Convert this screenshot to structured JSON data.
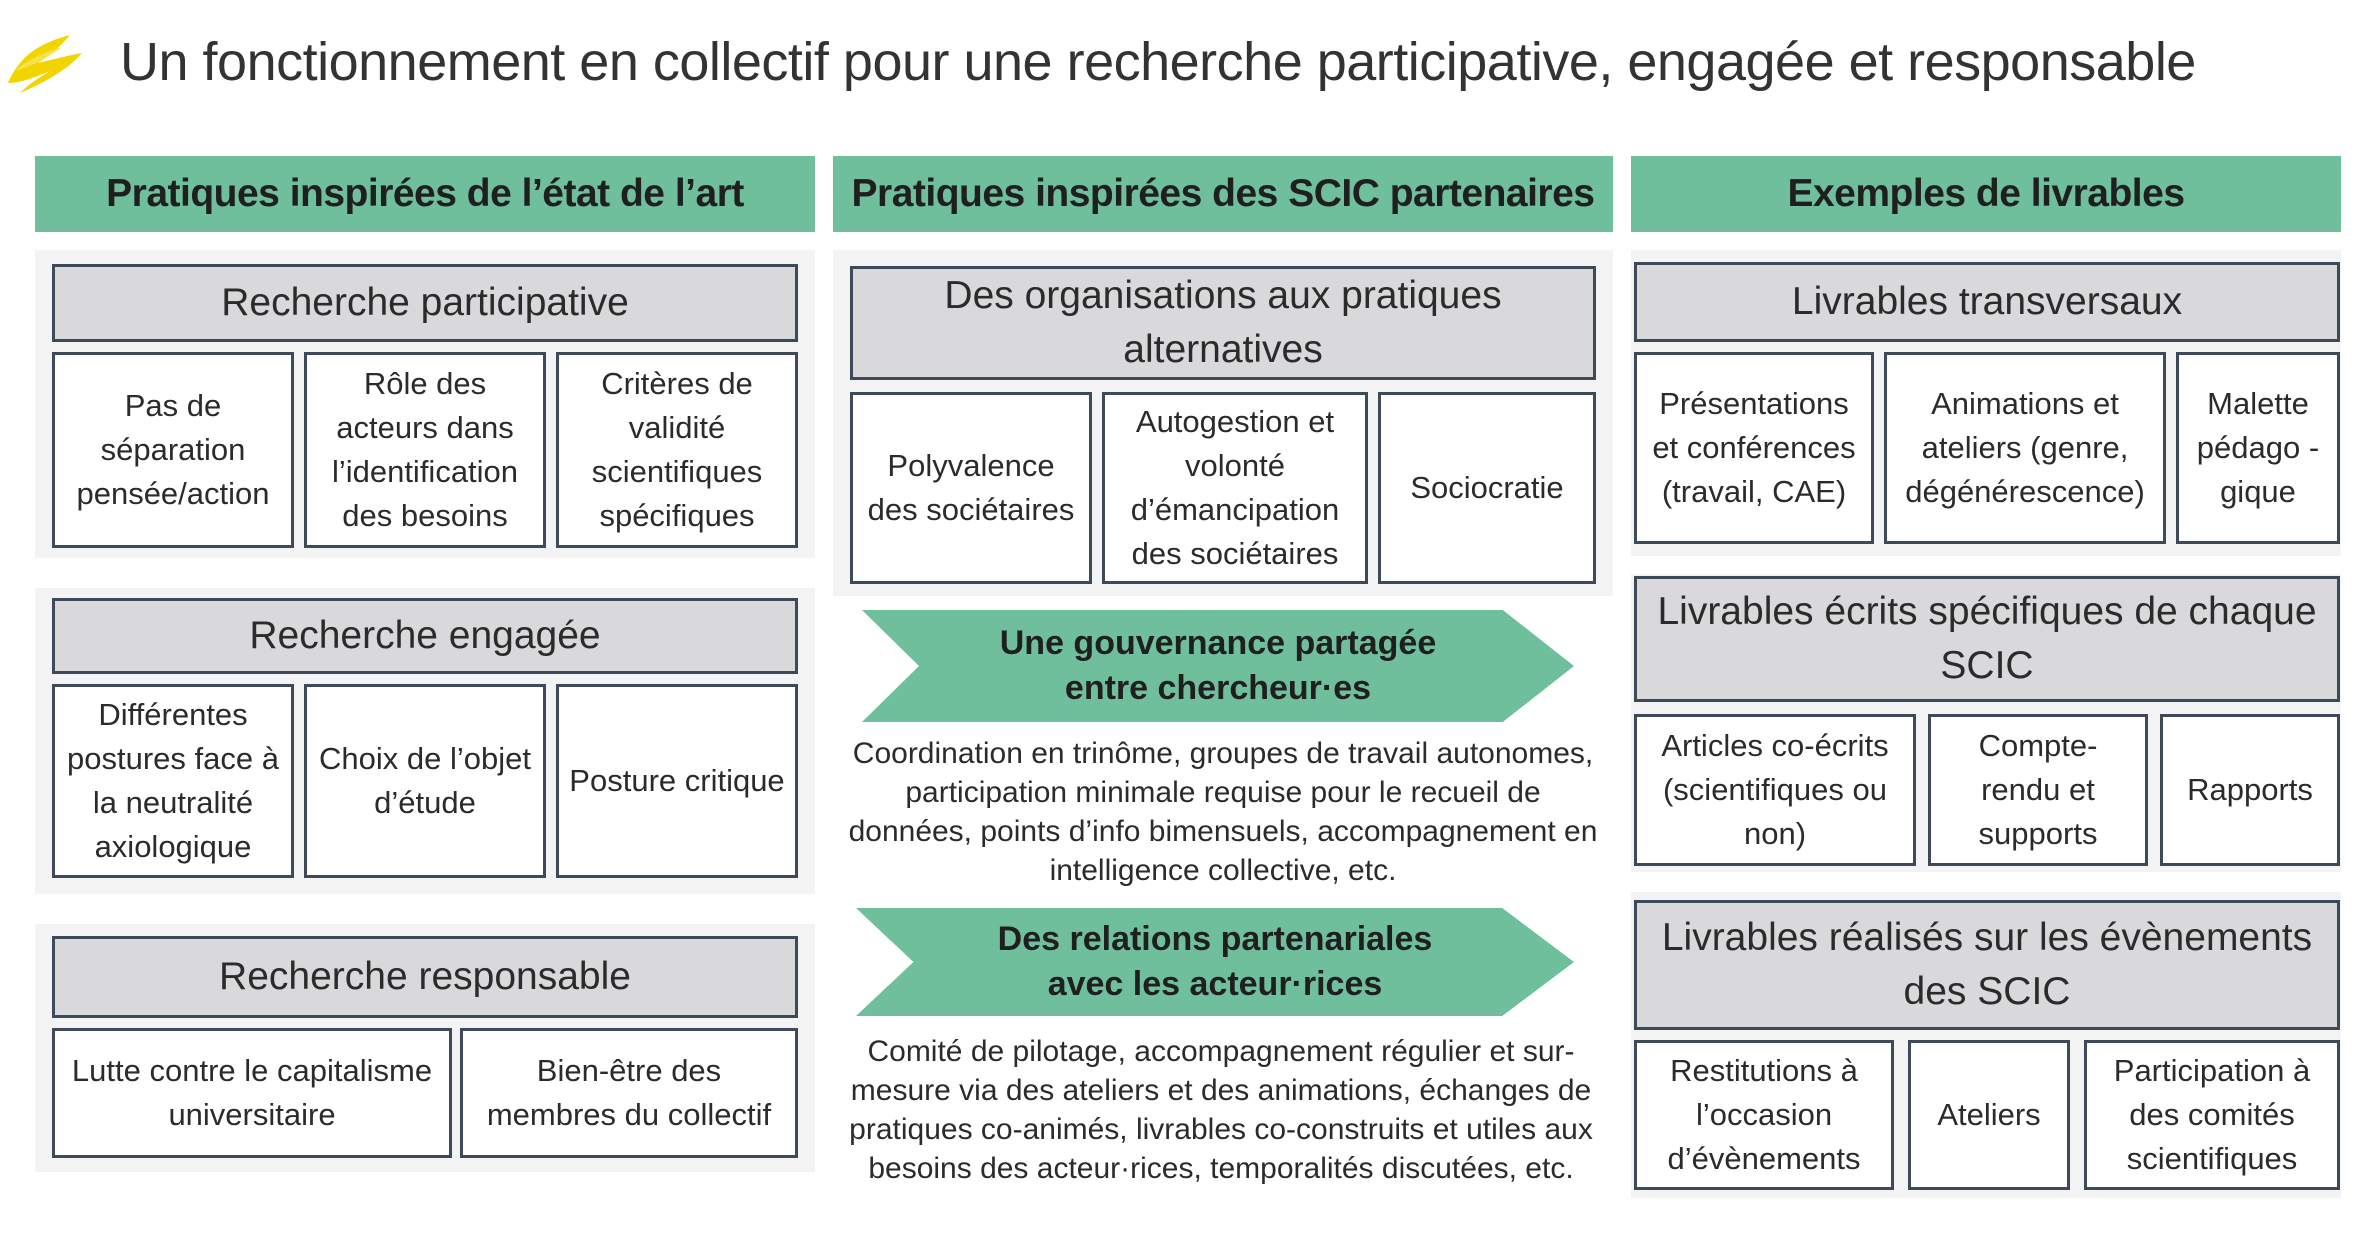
{
  "title": "Un fonctionnement en collectif pour une recherche participative, engagée et responsable",
  "columns": [
    {
      "header": "Pratiques inspirées de l’état de l’art",
      "sections": [
        {
          "title": "Recherche participative",
          "items": [
            "Pas de séparation pensée/action",
            "Rôle des acteurs dans l’identification des besoins",
            "Critères de validité scientifiques spécifiques"
          ]
        },
        {
          "title": "Recherche engagée",
          "items": [
            "Différentes postures face à la neutralité axiologique",
            "Choix de l’objet d’étude",
            "Posture critique"
          ]
        },
        {
          "title": "Recherche responsable",
          "items": [
            "Lutte contre le capitalisme universitaire",
            "Bien-être des membres du collectif"
          ]
        }
      ]
    },
    {
      "header": "Pratiques inspirées des SCIC partenaires",
      "section": {
        "title": "Des organisations aux pratiques alternatives",
        "items": [
          "Polyvalence des sociétaires",
          "Autogestion et volonté d’émancipation des sociétaires",
          "Sociocratie"
        ]
      },
      "arrows": [
        {
          "label": "Une gouvernance partagée entre chercheur·es",
          "text": "Coordination en trinôme, groupes de travail autonomes, participation minimale requise pour le recueil de données, points d’info bimensuels, accompagnement en intelligence collective, etc."
        },
        {
          "label": "Des relations partenariales avec les acteur·rices",
          "text": "Comité de pilotage, accompagnement régulier et sur-mesure via des ateliers et des animations, échanges de pratiques co-animés, livrables co-construits et utiles aux besoins des acteur·rices, temporalités discutées, etc."
        }
      ]
    },
    {
      "header": "Exemples de livrables",
      "sections": [
        {
          "title": "Livrables transversaux",
          "items": [
            "Présentations et conférences (travail, CAE)",
            "Animations et ateliers (genre, dégénérescence)",
            "Malette pédago -gique"
          ]
        },
        {
          "title": "Livrables écrits spécifiques de chaque SCIC",
          "items": [
            "Articles co-écrits (scientifiques ou non)",
            "Compte-rendu et supports",
            "Rapports"
          ]
        },
        {
          "title": "Livrables réalisés sur les évènements des SCIC",
          "items": [
            "Restitutions à l’occasion d’évènements",
            "Ateliers",
            "Participation à des comités scientifiques"
          ]
        }
      ]
    }
  ],
  "colors": {
    "accent": "#6fbf9c",
    "section_fill": "#d9d9dc",
    "border": "#3e4a59",
    "panel": "#f3f3f3",
    "logo": "#f2d400"
  },
  "icons": {
    "logo": "yellow-brush-stroke-icon"
  }
}
